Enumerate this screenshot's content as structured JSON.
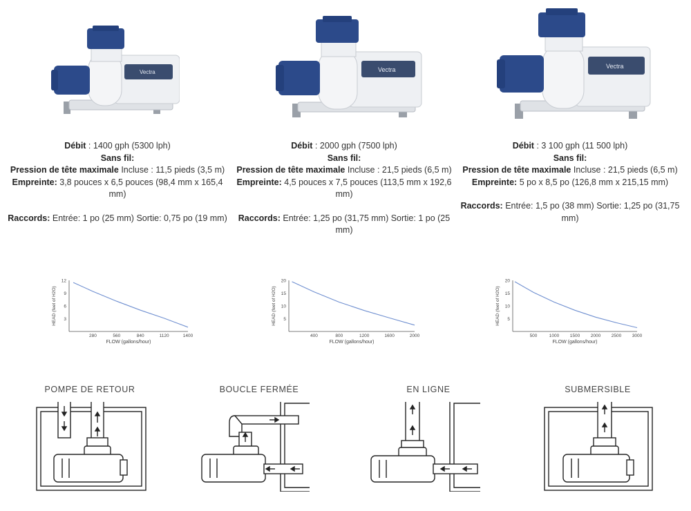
{
  "products": [
    {
      "debit_label": "Débit",
      "debit_value": " : 1400 gph (5300 lph)",
      "wireless_label": "Sans fil:",
      "pressure_label": "Pression de tête maximale",
      "pressure_value": " Incluse :  11,5 pieds (3,5 m)",
      "footprint_label": "Empreinte:",
      "footprint_value": "  3,8 pouces x 6,5 pouces (98,4 mm x 165,4 mm)",
      "fittings_label": "Raccords:",
      "fittings_value": "  Entrée: 1 po (25 mm) Sortie: 0,75 po (19 mm)"
    },
    {
      "debit_label": "Débit",
      "debit_value": " : 2000 gph (7500 lph)",
      "wireless_label": "Sans fil:",
      "pressure_label": "Pression de tête maximale",
      "pressure_value": " Incluse :  21,5 pieds (6,5 m)",
      "footprint_label": "Empreinte:",
      "footprint_value": "  4,5 pouces x 7,5 pouces (113,5 mm x 192,6 mm)",
      "fittings_label": "Raccords:",
      "fittings_value": "  Entrée: 1,25 po (31,75 mm) Sortie: 1 po (25 mm)"
    },
    {
      "debit_label": "Débit",
      "debit_value": " : 3 100 gph (11 500 lph)",
      "wireless_label": "Sans fil:",
      "pressure_label": "Pression de tête maximale",
      "pressure_value": " Incluse :  21,5 pieds (6,5 m)",
      "footprint_label": "Empreinte:",
      "footprint_value": "  5 po x 8,5 po (126,8 mm x 215,15 mm)",
      "fittings_label": "Raccords:",
      "fittings_value": "  Entrée: 1,5 po (38 mm) Sortie: 1,25 po (31,75 mm)"
    }
  ],
  "pump_brand": "Vectra",
  "colors": {
    "pump_blue": "#2c4a8a",
    "pump_white": "#eef0f3",
    "curve": "#6f8fd0"
  },
  "chart_data": [
    {
      "type": "line",
      "xlabel": "FLOW (gallons/hour)",
      "ylabel": "HEAD (feet of H2O)",
      "xlim": [
        0,
        1400
      ],
      "ylim": [
        0,
        12
      ],
      "xticks": [
        "280",
        "560",
        "840",
        "1120",
        "1400"
      ],
      "yticks": [
        "3",
        "6",
        "9",
        "12"
      ],
      "xtick_values": [
        280,
        560,
        840,
        1120,
        1400
      ],
      "ytick_values": [
        3,
        6,
        9,
        12
      ],
      "x": [
        50,
        280,
        560,
        840,
        1120,
        1400
      ],
      "y": [
        11.5,
        9.4,
        7.1,
        5.0,
        3.1,
        1.0
      ]
    },
    {
      "type": "line",
      "xlabel": "FLOW (gallons/hour)",
      "ylabel": "HEAD (feet of H2O)",
      "xlim": [
        0,
        2000
      ],
      "ylim": [
        0,
        20
      ],
      "xticks": [
        "400",
        "800",
        "1200",
        "1600",
        "2000"
      ],
      "yticks": [
        "5",
        "10",
        "15",
        "20"
      ],
      "xtick_values": [
        400,
        800,
        1200,
        1600,
        2000
      ],
      "ytick_values": [
        5,
        10,
        15,
        20
      ],
      "x": [
        50,
        400,
        800,
        1200,
        1600,
        2000
      ],
      "y": [
        19.5,
        15.5,
        11.5,
        8.2,
        5.3,
        2.5
      ]
    },
    {
      "type": "line",
      "xlabel": "FLOW (gallons/hour)",
      "ylabel": "HEAD (feet of H2O)",
      "xlim": [
        0,
        3000
      ],
      "ylim": [
        0,
        20
      ],
      "xticks": [
        "500",
        "1000",
        "1500",
        "2000",
        "2500",
        "3000"
      ],
      "yticks": [
        "5",
        "10",
        "15",
        "20"
      ],
      "xtick_values": [
        500,
        1000,
        1500,
        2000,
        2500,
        3000
      ],
      "ytick_values": [
        5,
        10,
        15,
        20
      ],
      "x": [
        50,
        500,
        1000,
        1500,
        2000,
        2500,
        3000
      ],
      "y": [
        19.5,
        15.3,
        11.5,
        8.3,
        5.6,
        3.4,
        1.5
      ]
    }
  ],
  "diagrams": [
    {
      "title": "POMPE DE RETOUR"
    },
    {
      "title": "BOUCLE FERMÉE"
    },
    {
      "title": "EN LIGNE"
    },
    {
      "title": "SUBMERSIBLE"
    }
  ]
}
